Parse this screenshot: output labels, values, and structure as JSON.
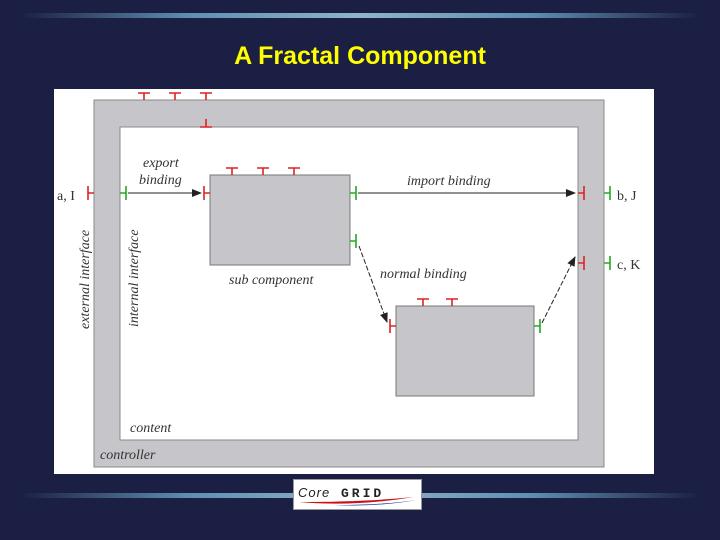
{
  "slide": {
    "title": "A Fractal Component"
  },
  "diagram": {
    "labels": {
      "export_binding_line1": "export",
      "export_binding_line2": "binding",
      "import_binding": "import binding",
      "normal_binding": "normal binding",
      "sub_component": "sub component",
      "content": "content",
      "controller": "controller",
      "external_interface": "external interface",
      "internal_interface": "internal interface",
      "interface_a": "a, I",
      "interface_b": "b, J",
      "interface_c": "c, K"
    },
    "colors": {
      "membrane": "#c6c6ca",
      "server_interface": "#dd2222",
      "client_interface": "#22aa22",
      "binding_arrow": "#222222"
    }
  },
  "logo": {
    "text_left": "Core",
    "text_right": "GRID"
  }
}
